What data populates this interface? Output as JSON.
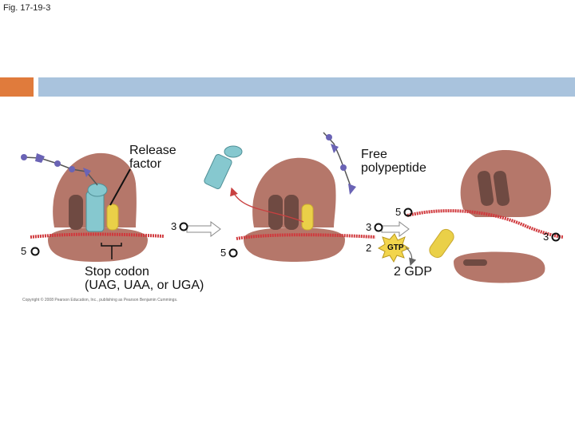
{
  "figure": {
    "label": "Fig. 17-19-3"
  },
  "colors": {
    "accent": "#e07b3c",
    "title_bar": "#a9c3dd",
    "ribosome": "#b5776a",
    "mrna": "#d0383c",
    "release_factor": "#86c8cf",
    "gtp": "#f2d54c"
  },
  "labels": {
    "release_factor": "Release\nfactor",
    "free_polypeptide": "Free\npolypeptide",
    "stop_codon": "Stop codon\n(UAG, UAA, or UGA)",
    "gtp": "GTP",
    "gdp": "2 GDP",
    "gtp_count": "2"
  },
  "ends": {
    "p1_five": "5",
    "p1_three": "3",
    "p2_five": "5",
    "p2_three": "3",
    "p3_five": "5",
    "p3_three": "3"
  },
  "copyright": "Copyright © 2008 Pearson Education, Inc., publishing as Pearson Benjamin Cummings."
}
